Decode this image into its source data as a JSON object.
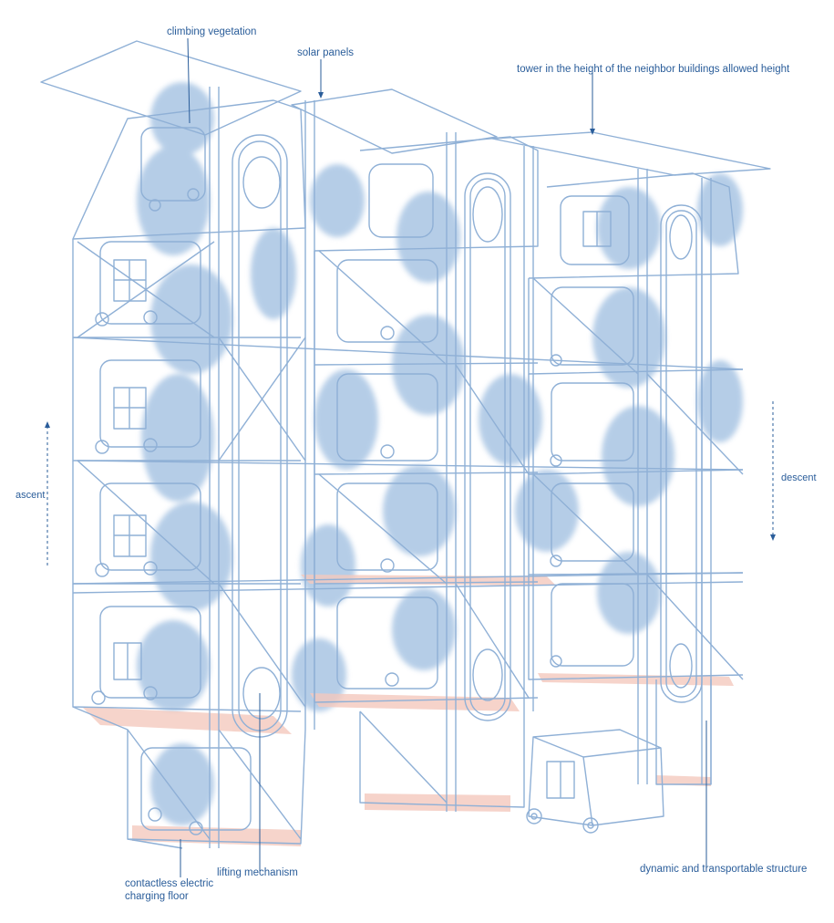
{
  "colors": {
    "line": "#8fb0d6",
    "annotation": "#2a5d9a",
    "vegetation": "#9dbde0",
    "floor": "#f4c9be"
  },
  "labels": {
    "climbing_vegetation": "climbing vegetation",
    "solar_panels": "solar panels",
    "tower_height": "tower in the height of the neighbor buildings allowed height",
    "ascent": "ascent",
    "descent": "descent",
    "charging_floor_line1": "contactless electric",
    "charging_floor_line2": "charging floor",
    "lifting_mechanism": "lifting mechanism",
    "dynamic_structure": "dynamic and transportable structure"
  }
}
